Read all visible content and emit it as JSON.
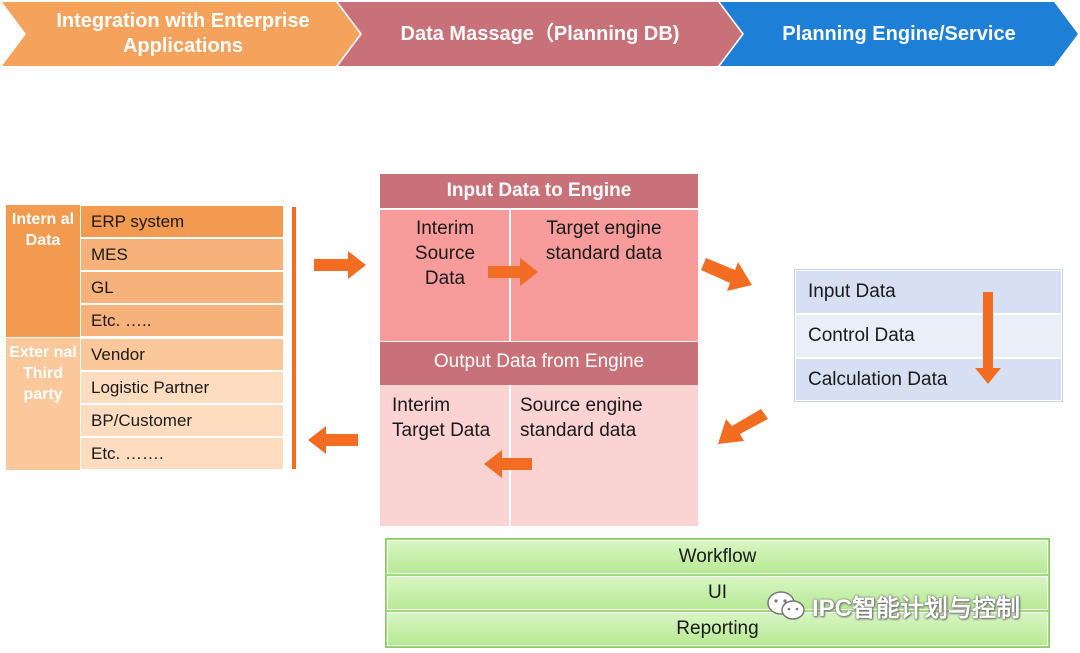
{
  "stages": [
    {
      "label": "Integration with Enterprise Applications",
      "color": "#f5a25c"
    },
    {
      "label": "Data Massage（Planning DB)",
      "color": "#c97178"
    },
    {
      "label": "Planning Engine/Service",
      "color": "#1e7fd6"
    }
  ],
  "internal_group": {
    "label": "Intern al Data",
    "items": [
      "ERP system",
      "MES",
      "GL",
      "Etc. ….."
    ]
  },
  "external_group": {
    "label": "Exter nal Third party",
    "items": [
      "Vendor",
      "Logistic Partner",
      "BP/Customer",
      "Etc. ……."
    ]
  },
  "input_block": {
    "title": "Input Data to Engine",
    "left": "Interim Source Data",
    "right": "Target engine standard data"
  },
  "output_block": {
    "title": "Output Data from Engine",
    "left": "Interim Target Data",
    "right": "Source engine standard data"
  },
  "engine_data": [
    "Input Data",
    "Control Data",
    "Calculation Data"
  ],
  "bottom_bars": [
    "Workflow",
    "UI",
    "Reporting"
  ],
  "watermark": "IPC智能计划与控制",
  "colors": {
    "arrow": "#f26d21",
    "internal_dark": "#f29a50",
    "internal_light": "#f6b27a",
    "external_dark": "#fbc89c",
    "external_light": "#fddcc0",
    "input_title": "#c97178",
    "input_body": "#f79b9b",
    "output_title": "#c97178",
    "output_body": "#fbd3d3",
    "right_row_a": "#d6e0f2",
    "right_row_b": "#e9eef8",
    "green": "#b8ea94"
  }
}
